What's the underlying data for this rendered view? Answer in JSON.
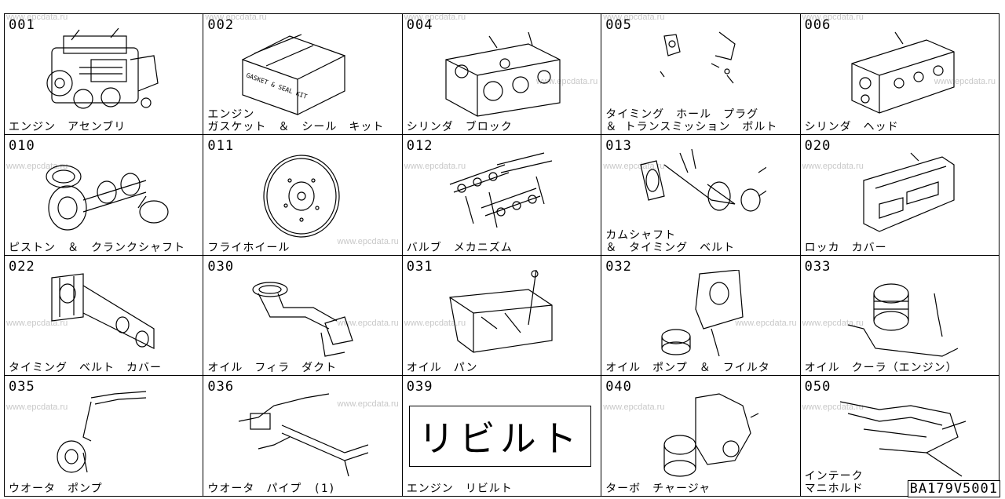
{
  "watermark": "www.epcdata.ru",
  "reference": "BA179V5001",
  "rebuilt_box_text": "リビルト",
  "cells": [
    {
      "code": "001",
      "name": "エンジン　アセンブリ",
      "icon": "engine-assembly-icon"
    },
    {
      "code": "002",
      "name": "エンジン\nガスケット　＆　シール　キット",
      "icon": "gasket-kit-box-icon",
      "box_label": "GASKET & SEAL KIT"
    },
    {
      "code": "004",
      "name": "シリンダ　ブロック",
      "icon": "cylinder-block-icon"
    },
    {
      "code": "005",
      "name": "タイミング　ホール　プラグ\n＆ トランスミッション　ボルト",
      "icon": "timing-hole-plug-icon"
    },
    {
      "code": "006",
      "name": "シリンダ　ヘッド",
      "icon": "cylinder-head-icon"
    },
    {
      "code": "010",
      "name": "ピストン　＆　クランクシャフト",
      "icon": "piston-crankshaft-icon"
    },
    {
      "code": "011",
      "name": "フライホイール",
      "icon": "flywheel-icon"
    },
    {
      "code": "012",
      "name": "バルブ　メカニズム",
      "icon": "valve-mechanism-icon"
    },
    {
      "code": "013",
      "name": "カムシャフト\n＆　タイミング　ベルト",
      "icon": "camshaft-timing-belt-icon"
    },
    {
      "code": "020",
      "name": "ロッカ　カバー",
      "icon": "rocker-cover-icon"
    },
    {
      "code": "022",
      "name": "タイミング　ベルト　カバー",
      "icon": "timing-belt-cover-icon"
    },
    {
      "code": "030",
      "name": "オイル　フィラ　ダクト",
      "icon": "oil-filler-duct-icon"
    },
    {
      "code": "031",
      "name": "オイル　パン",
      "icon": "oil-pan-icon"
    },
    {
      "code": "032",
      "name": "オイル　ポンプ　＆　フイルタ",
      "icon": "oil-pump-filter-icon"
    },
    {
      "code": "033",
      "name": "オイル　クーラ（エンジン）",
      "icon": "oil-cooler-icon"
    },
    {
      "code": "035",
      "name": "ウオータ　ポンプ",
      "icon": "water-pump-icon"
    },
    {
      "code": "036",
      "name": "ウオータ　パイプ　(1)",
      "icon": "water-pipe-icon"
    },
    {
      "code": "039",
      "name": "エンジン　リビルト",
      "icon": "rebuilt-label"
    },
    {
      "code": "040",
      "name": "ターボ　チャージャ",
      "icon": "turbocharger-icon"
    },
    {
      "code": "050",
      "name": "インテーク\nマニホルド",
      "icon": "intake-manifold-icon"
    }
  ]
}
